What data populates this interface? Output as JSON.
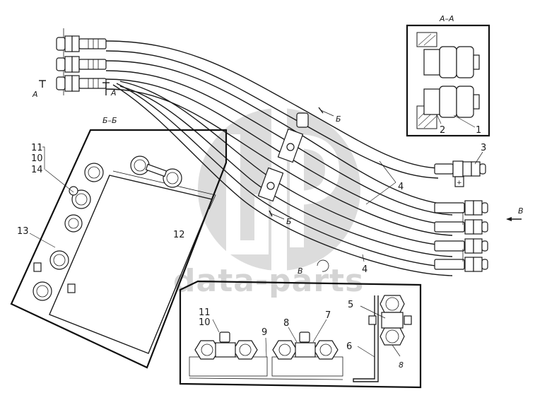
{
  "diagram": {
    "type": "technical-parts-drawing",
    "watermark": {
      "logo_letters": "GP",
      "text": "data-parts",
      "color": "#d6d6d6"
    },
    "line_color": "#1a1a1a",
    "section_views": [
      {
        "id": "A-A",
        "title": "А–А",
        "callouts": [
          "1",
          "2"
        ]
      },
      {
        "id": "B-B",
        "title": "Б–Б",
        "callouts": [
          "11",
          "10",
          "14",
          "13",
          "12"
        ]
      },
      {
        "id": "V",
        "title": "В",
        "callouts": [
          "11",
          "10",
          "9",
          "8",
          "7",
          "5",
          "6",
          "8"
        ]
      }
    ],
    "section_marks": {
      "a_left": "А",
      "a_right": "А",
      "b_top": "Б",
      "b_bottom": "Б",
      "v_arrow": "В",
      "v_rotate": "В"
    },
    "callouts": {
      "c1": "1",
      "c2": "2",
      "c3": "3",
      "c4a": "4",
      "c4b": "4",
      "c5": "5",
      "c6": "6",
      "c7": "7",
      "c8a": "8",
      "c8b": "8",
      "c9": "9",
      "c10a": "10",
      "c10b": "10",
      "c11a": "11",
      "c11b": "11",
      "c12": "12",
      "c13": "13",
      "c14": "14"
    },
    "hoses": {
      "left_fittings": 3,
      "right_fittings": 5,
      "clamps": 2
    }
  }
}
